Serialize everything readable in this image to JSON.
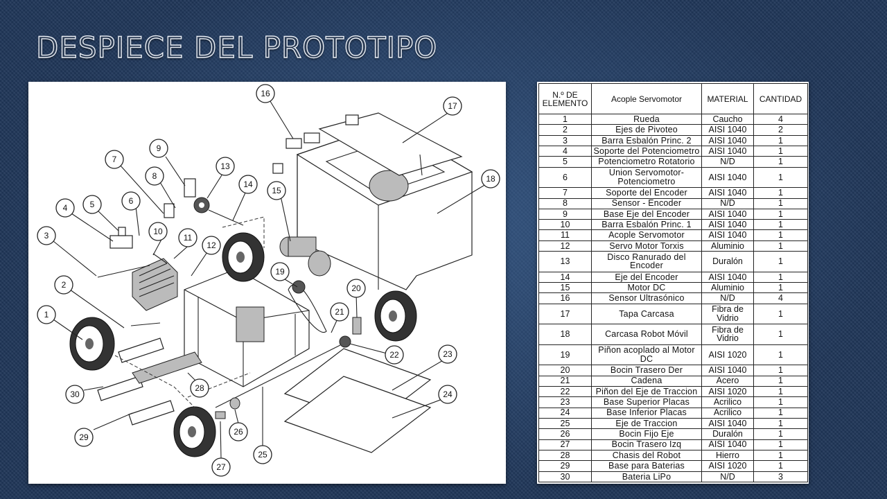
{
  "slide": {
    "title": "DESPIECE DEL PROTOTIPO"
  },
  "diagram": {
    "callouts": [
      "1",
      "2",
      "3",
      "4",
      "5",
      "6",
      "7",
      "8",
      "9",
      "10",
      "11",
      "12",
      "13",
      "14",
      "15",
      "16",
      "17",
      "18",
      "19",
      "20",
      "21",
      "22",
      "23",
      "24",
      "25",
      "26",
      "27",
      "28",
      "29",
      "30"
    ]
  },
  "table": {
    "headers": {
      "number": "N.º DE ELEMENTO",
      "description": "Acople Servomotor",
      "material": "MATERIAL",
      "quantity": "CANTIDAD"
    },
    "rows": [
      {
        "number": "1",
        "description": "Rueda",
        "material": "Caucho",
        "quantity": "4"
      },
      {
        "number": "2",
        "description": "Ejes de Pivoteo",
        "material": "AISI 1040",
        "quantity": "2"
      },
      {
        "number": "3",
        "description": "Barra Esbalón Princ. 2",
        "material": "AISI 1040",
        "quantity": "1"
      },
      {
        "number": "4",
        "description": "Soporte del Potenciometro",
        "material": "AISI 1040",
        "quantity": "1"
      },
      {
        "number": "5",
        "description": "Potenciometro Rotatorio",
        "material": "N/D",
        "quantity": "1"
      },
      {
        "number": "6",
        "description": "Union Servomotor-Potenciometro",
        "material": "AISI 1040",
        "quantity": "1"
      },
      {
        "number": "7",
        "description": "Soporte del Encoder",
        "material": "AISI 1040",
        "quantity": "1"
      },
      {
        "number": "8",
        "description": "Sensor - Encoder",
        "material": "N/D",
        "quantity": "1"
      },
      {
        "number": "9",
        "description": "Base Eje del Encoder",
        "material": "AISI 1040",
        "quantity": "1"
      },
      {
        "number": "10",
        "description": "Barra Esbalón Princ. 1",
        "material": "AISI 1040",
        "quantity": "1"
      },
      {
        "number": "11",
        "description": "Acople Servomotor",
        "material": "AISI 1040",
        "quantity": "1"
      },
      {
        "number": "12",
        "description": "Servo Motor Torxis",
        "material": "Aluminio",
        "quantity": "1"
      },
      {
        "number": "13",
        "description": "Disco Ranurado del Encoder",
        "material": "Duralón",
        "quantity": "1"
      },
      {
        "number": "14",
        "description": "Eje del Encoder",
        "material": "AISI 1040",
        "quantity": "1"
      },
      {
        "number": "15",
        "description": "Motor DC",
        "material": "Aluminio",
        "quantity": "1"
      },
      {
        "number": "16",
        "description": "Sensor Ultrasónico",
        "material": "N/D",
        "quantity": "4"
      },
      {
        "number": "17",
        "description": "Tapa Carcasa",
        "material": "Fibra de Vidrio",
        "quantity": "1"
      },
      {
        "number": "18",
        "description": "Carcasa Robot Móvil",
        "material": "Fibra de Vidrio",
        "quantity": "1"
      },
      {
        "number": "19",
        "description": "Piñon acoplado al Motor DC",
        "material": "AISI 1020",
        "quantity": "1"
      },
      {
        "number": "20",
        "description": "Bocin Trasero Der",
        "material": "AISI 1040",
        "quantity": "1"
      },
      {
        "number": "21",
        "description": "Cadena",
        "material": "Acero",
        "quantity": "1"
      },
      {
        "number": "22",
        "description": "Piñon del Eje de Traccion",
        "material": "AISI 1020",
        "quantity": "1"
      },
      {
        "number": "23",
        "description": "Base Superior Placas",
        "material": "Acrilico",
        "quantity": "1"
      },
      {
        "number": "24",
        "description": "Base Inferior Placas",
        "material": "Acrilico",
        "quantity": "1"
      },
      {
        "number": "25",
        "description": "Eje de Traccion",
        "material": "AISI 1040",
        "quantity": "1"
      },
      {
        "number": "26",
        "description": "Bocin Fijo Eje",
        "material": "Duralón",
        "quantity": "1"
      },
      {
        "number": "27",
        "description": "Bocin Trasero Izq",
        "material": "AISI 1040",
        "quantity": "1"
      },
      {
        "number": "28",
        "description": "Chasis del Robot",
        "material": "Hierro",
        "quantity": "1"
      },
      {
        "number": "29",
        "description": "Base para Baterias",
        "material": "AISI 1020",
        "quantity": "1"
      },
      {
        "number": "30",
        "description": "Bateria LiPo",
        "material": "N/D",
        "quantity": "3"
      }
    ]
  }
}
